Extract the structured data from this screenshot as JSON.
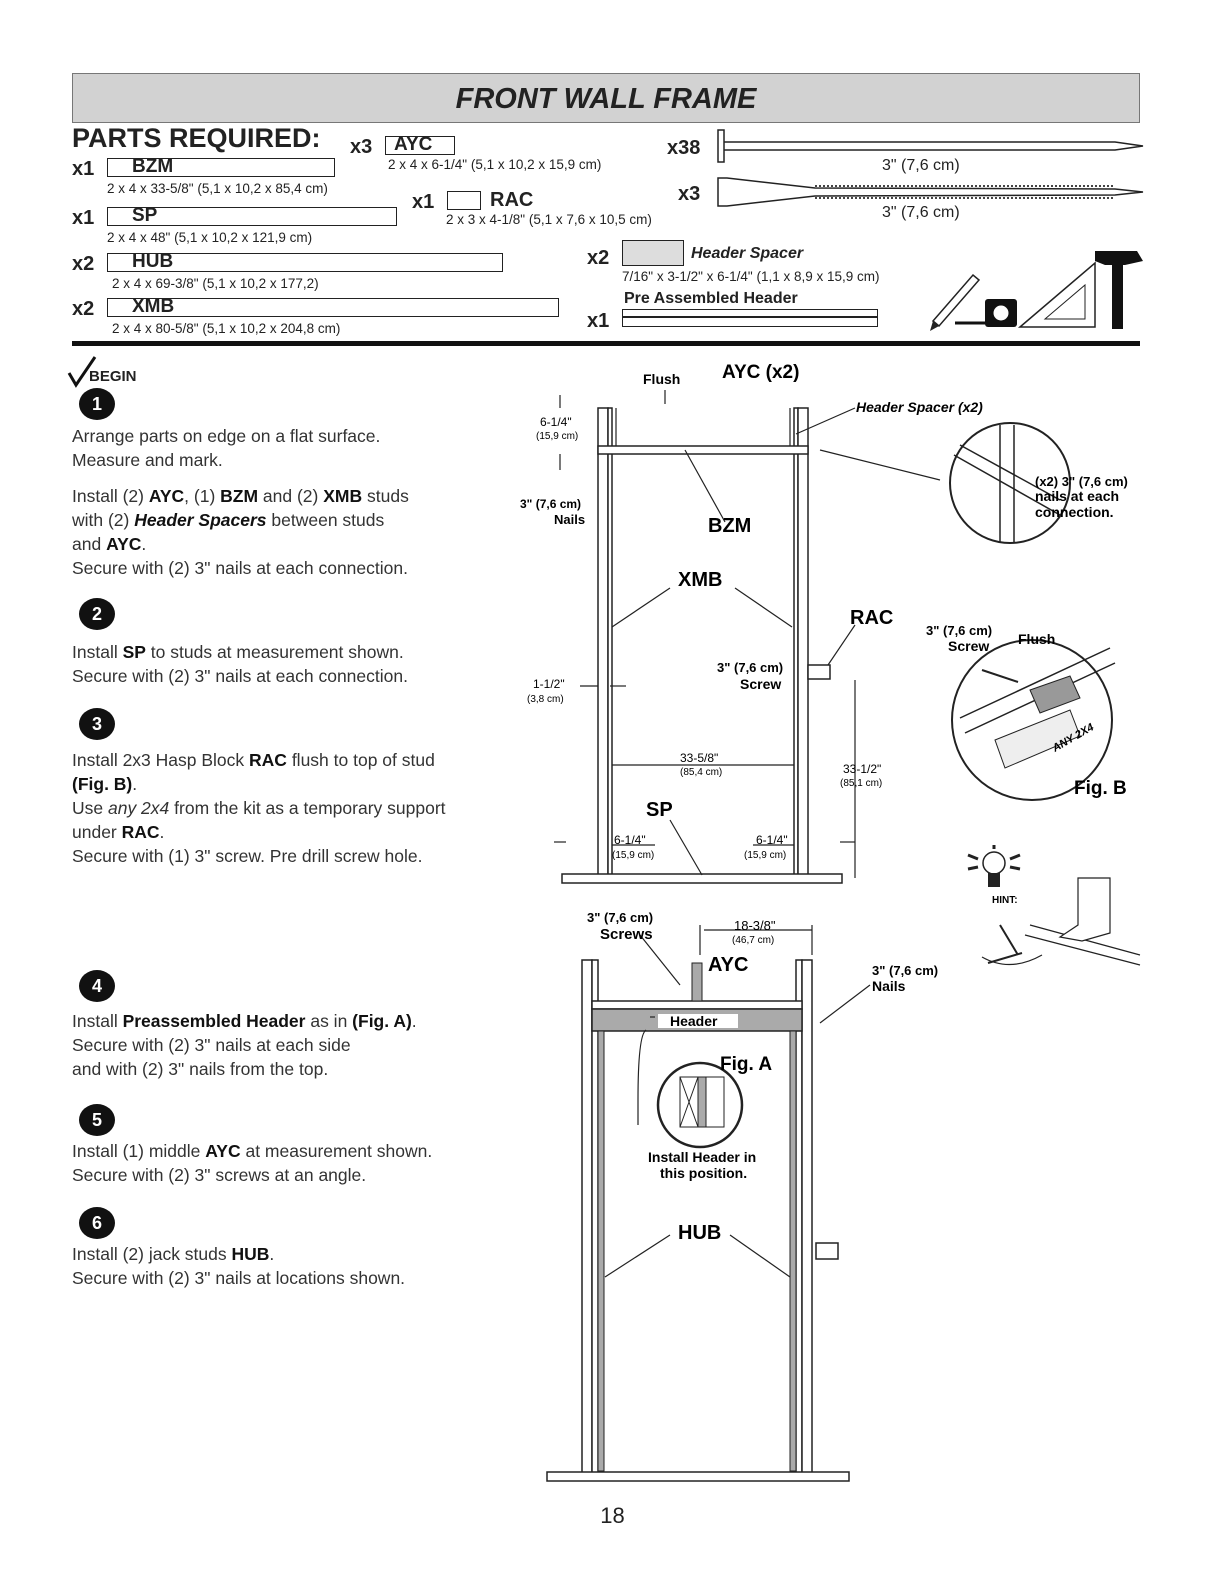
{
  "title": "FRONT WALL FRAME",
  "parts_title": "PARTS REQUIRED:",
  "parts": [
    {
      "qty": "x1",
      "code": "BZM",
      "dim": "2 x 4 x 33-5/8\" (5,1 x 10,2 x 85,4 cm)"
    },
    {
      "qty": "x1",
      "code": "SP",
      "dim": "2 x 4 x 48\" (5,1 x 10,2 x 121,9 cm)"
    },
    {
      "qty": "x2",
      "code": "HUB",
      "dim": "2 x 4 x 69-3/8\" (5,1 x 10,2 x 177,2)"
    },
    {
      "qty": "x2",
      "code": "XMB",
      "dim": "2 x 4 x 80-5/8\" (5,1 x 10,2 x 204,8 cm)"
    },
    {
      "qty": "x3",
      "code": "AYC",
      "dim": "2 x 4 x 6-1/4\" (5,1 x 10,2 x 15,9 cm)"
    },
    {
      "qty": "x1",
      "code": "RAC",
      "dim": "2 x 3 x 4-1/8\" (5,1 x 7,6 x 10,5 cm)"
    },
    {
      "qty": "x2",
      "code": "Header Spacer",
      "dim": "7/16\" x 3-1/2\" x 6-1/4\" (1,1 x 8,9 x 15,9 cm)"
    },
    {
      "qty": "x1",
      "code": "Pre Assembled Header",
      "dim": ""
    }
  ],
  "fasteners": [
    {
      "qty": "x38",
      "size": "3\" (7,6 cm)",
      "icon": "nail-icon"
    },
    {
      "qty": "x3",
      "size": "3\" (7,6 cm)",
      "icon": "screw-icon"
    }
  ],
  "begin": "BEGIN",
  "steps": [
    {
      "num": "1"
    },
    {
      "num": "2"
    },
    {
      "num": "3"
    },
    {
      "num": "4"
    },
    {
      "num": "5"
    },
    {
      "num": "6"
    }
  ],
  "diagram": {
    "flush": "Flush",
    "ayc_x2": "AYC  (x2)",
    "header_spacer_x2": "Header Spacer (x2)",
    "d_614": "6-1/4\"",
    "d_614_cm": "(15,9 cm)",
    "nails3": "3\" (7,6 cm)",
    "nails_word": "Nails",
    "bzm": "BZM",
    "xmb": "XMB",
    "rac": "RAC",
    "screw3": "3\" (7,6 cm)",
    "screw_word": "Screw",
    "d_112": "1-1/2\"",
    "d_112_cm": "(3,8 cm)",
    "d_3358": "33-5/8\"",
    "d_3358_cm": "(85,4 cm)",
    "d_3312": "33-1/2\"",
    "d_3312_cm": "(85,1 cm)",
    "sp": "SP",
    "detail1_a": "(x2) 3\" (7,6 cm)",
    "detail1_b": "nails at each",
    "detail1_c": "connection.",
    "figb_screw_a": "3\" (7,6 cm)",
    "figb_screw_b": "Screw",
    "figb_flush": "Flush",
    "any2x4": "ANY 2X4",
    "figb": "Fig. B",
    "hint": "HINT:",
    "screws3": "3\" (7,6 cm)",
    "screws_word": "Screws",
    "d_1838": "18-3/8\"",
    "d_1838_cm": "(46,7 cm)",
    "ayc": "AYC",
    "nails3b": "3\" (7,6 cm)",
    "nails_word_b": "Nails",
    "header": "Header",
    "figa": "Fig. A",
    "install_header_a": "Install Header in",
    "install_header_b": "this position.",
    "hub": "HUB"
  },
  "page_number": "18"
}
